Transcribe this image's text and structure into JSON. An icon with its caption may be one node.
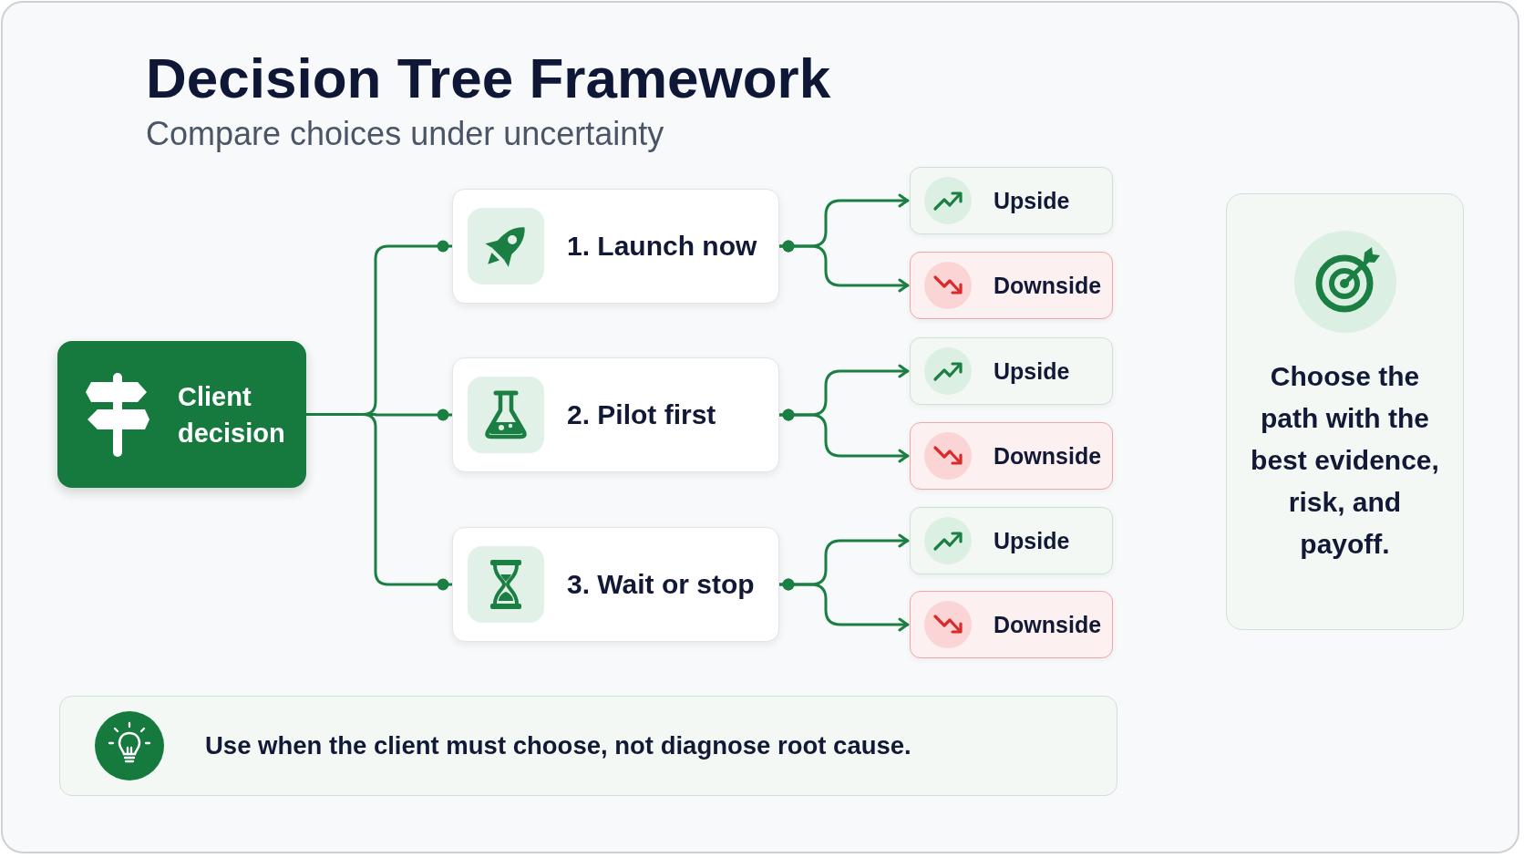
{
  "diagram": {
    "title": "Decision Tree Framework",
    "nodes": [
      {
        "text": [
          "Client decision"
        ]
      },
      {
        "text": [
          "1. Launch now"
        ]
      },
      {
        "text": [
          "2. Pilot first"
        ]
      },
      {
        "text": [
          "3. Wait or stop"
        ]
      },
      {
        "text": [
          "Upside"
        ]
      },
      {
        "text": [
          "Downside"
        ]
      },
      {
        "text": [
          "Upside"
        ]
      },
      {
        "text": [
          "Downside"
        ]
      },
      {
        "text": [
          "Upside"
        ]
      },
      {
        "text": [
          "Downside"
        ]
      },
      {
        "text": [
          "Choose the path with the best evidence, risk, and payoff."
        ]
      },
      {
        "text": [
          "Use when the client must choose, not diagnose root cause."
        ]
      }
    ],
    "edges": [
      {
        "from": 0,
        "to": 1,
        "arrow": "other"
      },
      {
        "from": 0,
        "to": 2,
        "arrow": "other"
      },
      {
        "from": 0,
        "to": 3,
        "arrow": "other"
      },
      {
        "from": 1,
        "to": 4,
        "arrow": "to"
      },
      {
        "from": 1,
        "to": 5,
        "arrow": "to"
      },
      {
        "from": 2,
        "to": 6,
        "arrow": "to"
      },
      {
        "from": 2,
        "to": 7,
        "arrow": "to"
      },
      {
        "from": 3,
        "to": 8,
        "arrow": "to"
      },
      {
        "from": 3,
        "to": 9,
        "arrow": "to"
      }
    ],
    "labels": [
      "Compare choices under uncertainty"
    ]
  }
}
